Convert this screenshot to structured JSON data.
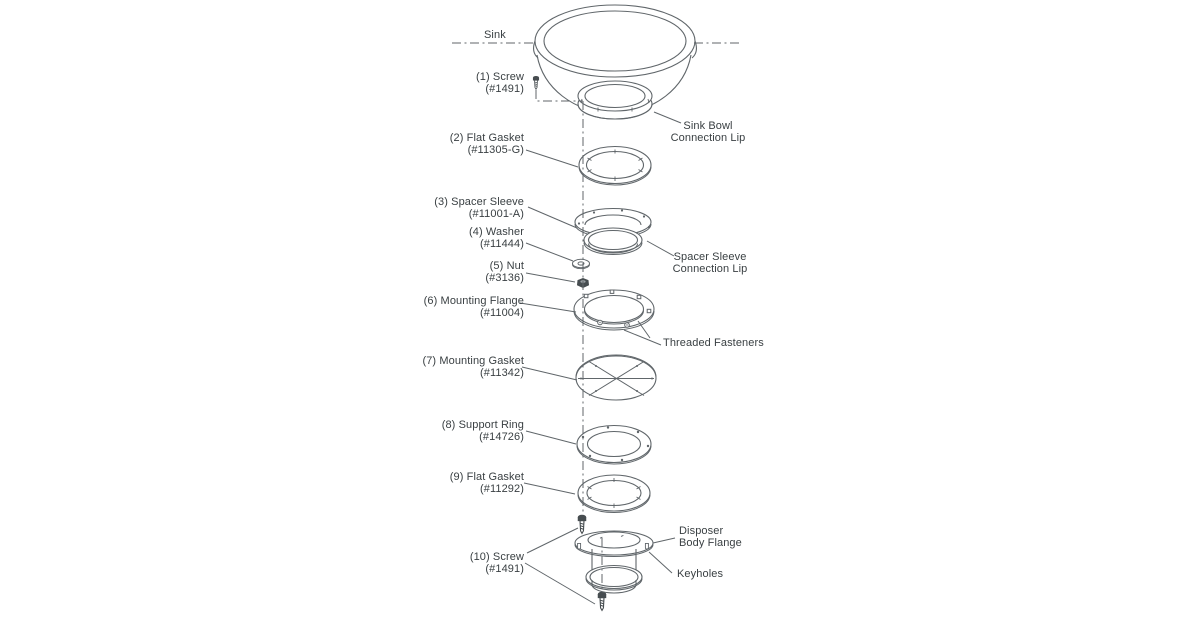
{
  "colors": {
    "ink": "#3a4043",
    "line": "#60666a",
    "dark_fill": "#474d50",
    "background": "#ffffff"
  },
  "axis_label": "Sink",
  "parts": [
    {
      "name": "(1) Screw",
      "part_no": "(#1491)"
    },
    {
      "name": "(2) Flat Gasket",
      "part_no": "(#11305-G)"
    },
    {
      "name": "(3) Spacer Sleeve",
      "part_no": "(#11001-A)"
    },
    {
      "name": "(4) Washer",
      "part_no": "(#11444)"
    },
    {
      "name": "(5) Nut",
      "part_no": "(#3136)"
    },
    {
      "name": "(6) Mounting Flange",
      "part_no": "(#11004)"
    },
    {
      "name": "(7) Mounting Gasket",
      "part_no": "(#11342)"
    },
    {
      "name": "(8) Support Ring",
      "part_no": "(#14726)"
    },
    {
      "name": "(9) Flat Gasket",
      "part_no": "(#11292)"
    },
    {
      "name": "(10) Screw",
      "part_no": "(#1491)"
    }
  ],
  "callouts": {
    "sink_bowl_lip": {
      "line1": "Sink Bowl",
      "line2": "Connection Lip"
    },
    "spacer_sleeve_lip": {
      "line1": "Spacer Sleeve",
      "line2": "Connection Lip"
    },
    "threaded_fasteners": {
      "label": "Threaded Fasteners"
    },
    "disposer_body_flange": {
      "line1": "Disposer",
      "line2": "Body Flange"
    },
    "keyholes": {
      "label": "Keyholes"
    }
  }
}
